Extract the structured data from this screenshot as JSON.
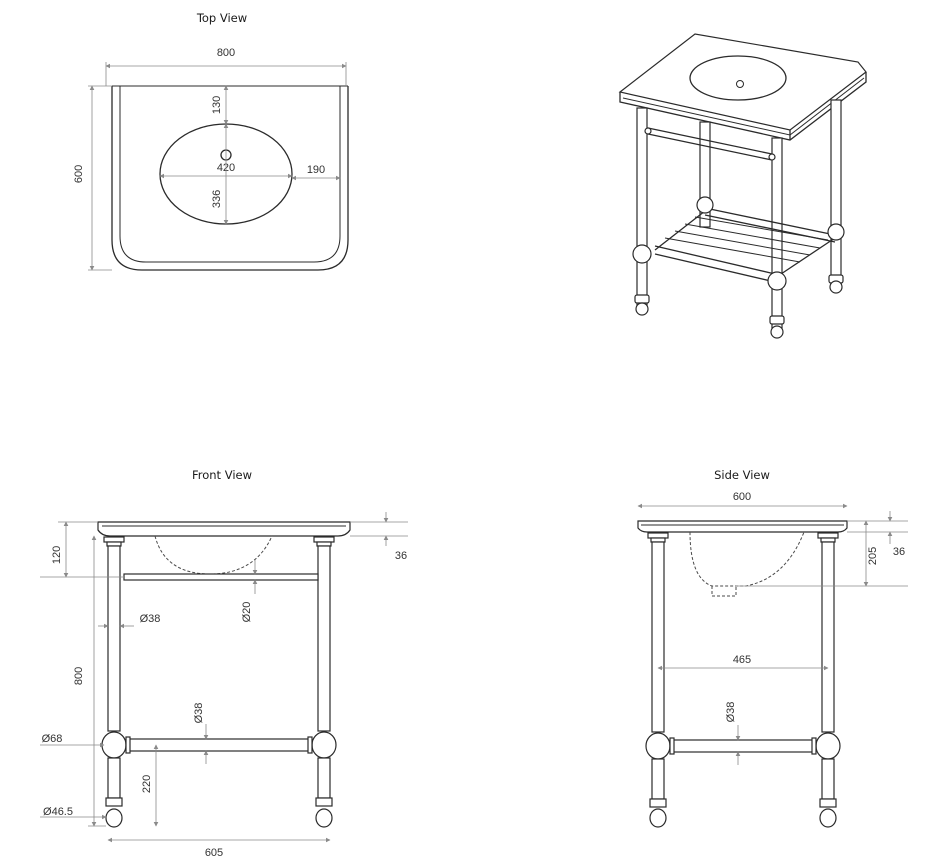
{
  "views": {
    "top": {
      "title": "Top View"
    },
    "front": {
      "title": "Front View"
    },
    "side": {
      "title": "Side View"
    }
  },
  "dimensions": {
    "top": {
      "width": "800",
      "depth": "600",
      "rim_to_bowl": "130",
      "bowl_width": "420",
      "bowl_depth": "336",
      "bowl_to_edge": "190"
    },
    "front": {
      "top_to_rail": "120",
      "top_thickness": "36",
      "rail_dia": "Ø20",
      "leg_dia": "Ø38",
      "height": "800",
      "shelf_bar_dia": "Ø38",
      "knuckle_dia": "Ø68",
      "shelf_height": "220",
      "foot_dia": "Ø46.5",
      "leg_spacing": "605"
    },
    "side": {
      "width": "600",
      "bowl_depth": "205",
      "top_thickness": "36",
      "inner_width": "465",
      "bar_dia": "Ø38"
    }
  }
}
